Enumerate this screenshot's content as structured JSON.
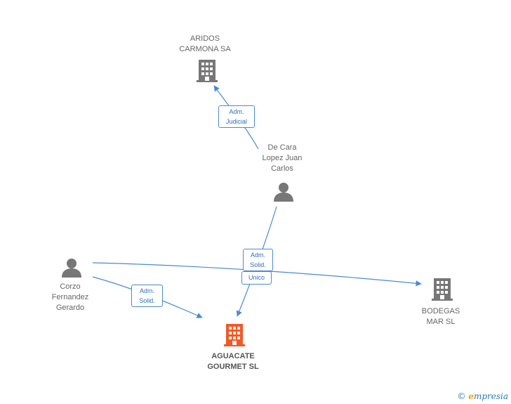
{
  "nodes": {
    "aridos": {
      "label": "ARIDOS\nCARMONA SA",
      "kind": "company"
    },
    "decara": {
      "label": "De Cara\nLopez Juan\nCarlos",
      "kind": "person"
    },
    "corzo": {
      "label": "Corzo\nFernandez\nGerardo",
      "kind": "person"
    },
    "bodegas": {
      "label": "BODEGAS\nMAR SL",
      "kind": "company"
    },
    "aguacate": {
      "label": "AGUACATE\nGOURMET  SL",
      "kind": "company-main"
    }
  },
  "edges": {
    "decara_aridos": "Adm.\nJudicial",
    "decara_aguacate": "Adm.\nSolid.",
    "corzo_bodegas": "Unico",
    "corzo_aguacate": "Adm.\nSolid."
  },
  "colors": {
    "edge": "#4a8ad4",
    "icon": "#777777",
    "main_icon": "#f05a28"
  },
  "footer": {
    "copyright": "©",
    "brand_e": "e",
    "brand_rest": "mpresia"
  }
}
